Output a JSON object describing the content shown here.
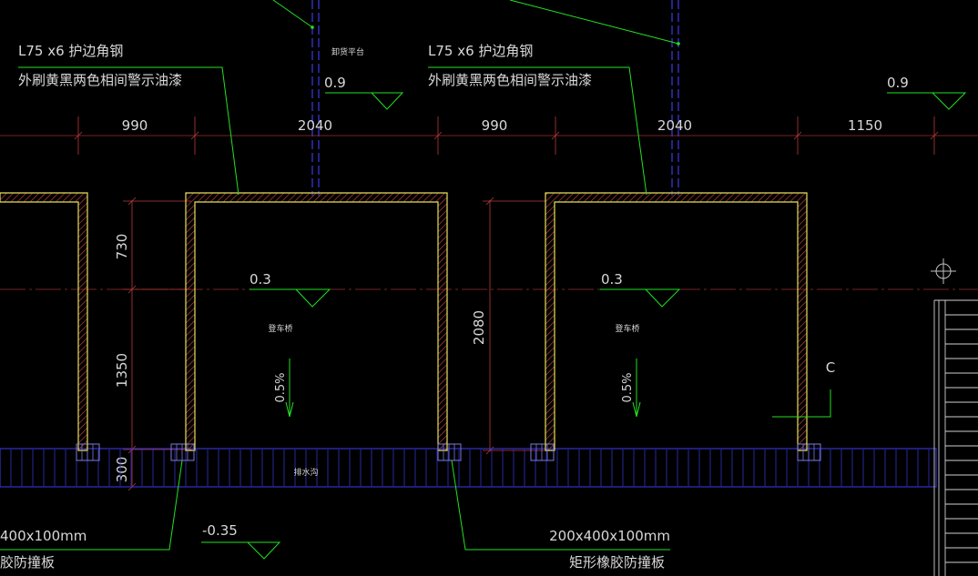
{
  "labels": {
    "angle_steel_left_l1": "L75 x6 护边角钢",
    "angle_steel_left_l2": "外刷黄黑两色相间警示油漆",
    "angle_steel_right_l1": "L75 x6 护边角钢",
    "angle_steel_right_l2": "外刷黄黑两色相间警示油漆",
    "platform_top": "卸货平台",
    "level_top_mid": "0.9",
    "level_top_right": "0.9",
    "level_bay_left": "0.3",
    "level_bay_right": "0.3",
    "bay_name_left": "登车桥",
    "bay_name_right": "登车桥",
    "slope_left": "0.5%",
    "slope_right": "0.5%",
    "drain_label": "排水沟",
    "level_bottom": "-0.35",
    "bumper_left_size": "400x100mm",
    "bumper_left_name": "胶防撞板",
    "bumper_right_size": "200x400x100mm",
    "bumper_right_name": "矩形橡胶防撞板",
    "section_mark": "C"
  },
  "dims_top": [
    "990",
    "2040",
    "990",
    "2040",
    "1150"
  ],
  "dims_left": [
    "730",
    "1350",
    "300"
  ],
  "dims_mid": "2080",
  "colors": {
    "background": "#000000",
    "wall_yellow": "#e8e05a",
    "hatch_red": "#c4473a",
    "leader_green": "#22e022",
    "drain_blue": "#3232c8",
    "dim_red": "#b83a3a",
    "text": "#d8d8d8"
  }
}
